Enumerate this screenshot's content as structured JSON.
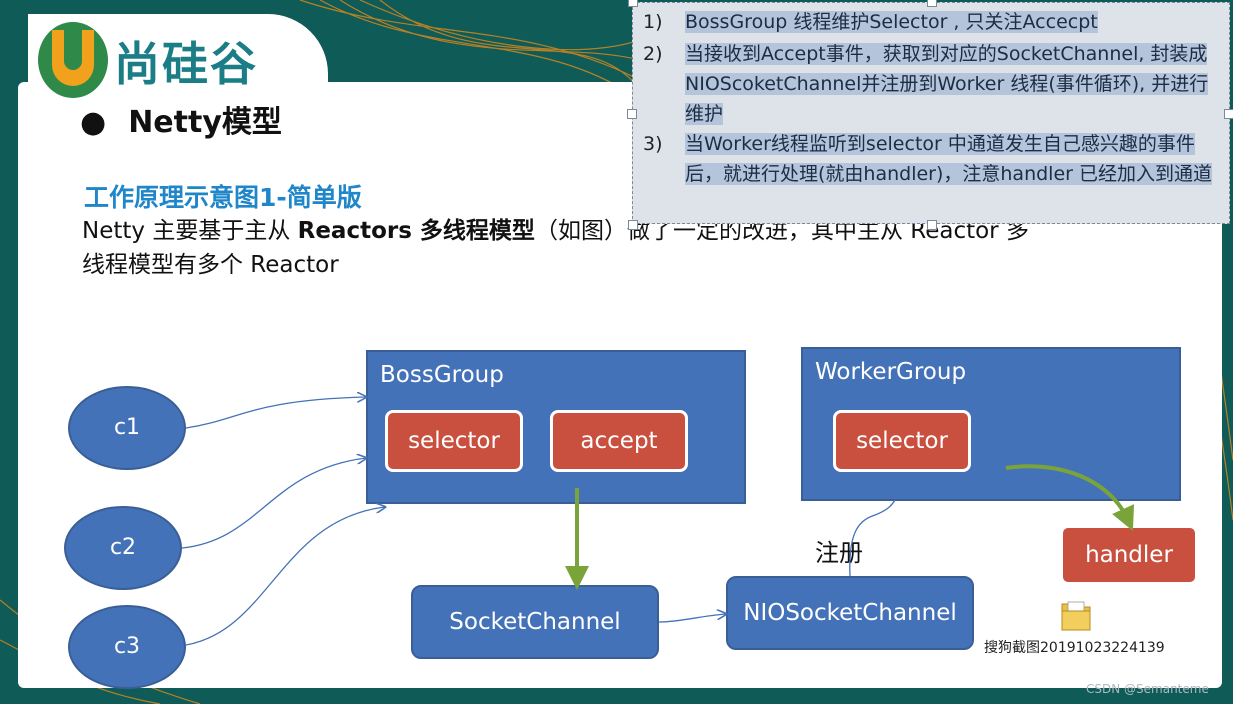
{
  "logo": {
    "text": "尚硅谷",
    "icon": "u-logo-icon"
  },
  "slide": {
    "bullet": "Netty模型",
    "subtitle": "工作原理示意图1-简单版",
    "para_line1_a": "Netty 主要基于主从 ",
    "para_line1_b": "Reactors 多线程模型",
    "para_line1_c": "（如图）做了一定的改进，其中主从 Reactor 多",
    "para_line2": "线程模型有多个 Reactor"
  },
  "note": {
    "items": [
      {
        "num": "1)",
        "text": "BossGroup 线程维护Selector , 只关注Accecpt"
      },
      {
        "num": "2)",
        "text": "当接收到Accept事件，获取到对应的SocketChannel, 封装成 NIOScoketChannel并注册到Worker 线程(事件循环), 并进行维护"
      },
      {
        "num": "3)",
        "text": "当Worker线程监听到selector 中通道发生自己感兴趣的事件后，就进行处理(就由handler)，注意handler 已经加入到通道"
      }
    ]
  },
  "diagram": {
    "clients": [
      "c1",
      "c2",
      "c3"
    ],
    "boss_group": {
      "label": "BossGroup",
      "selector": "selector",
      "accept": "accept"
    },
    "worker_group": {
      "label": "WorkerGroup",
      "selector": "selector"
    },
    "socket_channel": "SocketChannel",
    "nio_socket_channel": "NIOSocketChannel",
    "register_label": "注册",
    "handler": "handler"
  },
  "desktop_icon": {
    "label": "搜狗截图20191023224139",
    "icon": "folder-icon"
  },
  "watermark": "CSDN @Semanteme",
  "colors": {
    "box_blue": "#4472b8",
    "box_red": "#c9503e",
    "arrow_green": "#7aa33a",
    "title_blue": "#1f86c9"
  }
}
